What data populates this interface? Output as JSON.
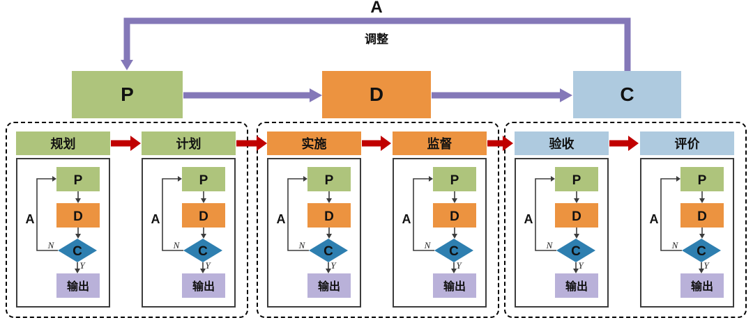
{
  "top": {
    "loop_letter": "A",
    "adjust_label": "调整"
  },
  "main_boxes": [
    {
      "id": "plan",
      "label": "P",
      "color": "#aec47c"
    },
    {
      "id": "do",
      "label": "D",
      "color": "#ec9340"
    },
    {
      "id": "check",
      "label": "C",
      "color": "#aecadf"
    }
  ],
  "groups": [
    {
      "id": "plan-group",
      "color": "#aec47c",
      "panels": [
        {
          "header": "规划"
        },
        {
          "header": "计划"
        }
      ]
    },
    {
      "id": "do-group",
      "color": "#ec9340",
      "panels": [
        {
          "header": "实施"
        },
        {
          "header": "监督"
        }
      ]
    },
    {
      "id": "check-group",
      "color": "#aecadf",
      "panels": [
        {
          "header": "验收"
        },
        {
          "header": "评价"
        }
      ]
    }
  ],
  "mini_flow": {
    "plan_label": "P",
    "do_label": "D",
    "check_label": "C",
    "output_label": "输出",
    "act_label": "A",
    "no_label": "N",
    "yes_label": "Y"
  },
  "colors": {
    "green": "#aec47c",
    "orange": "#ec9340",
    "light_blue": "#aecadf",
    "diamond_blue": "#2e7fb0",
    "output_purple": "#b9b1d9",
    "connector_purple": "#8478b8",
    "flow_red": "#c00000",
    "line_dark": "#3c3c3c"
  }
}
